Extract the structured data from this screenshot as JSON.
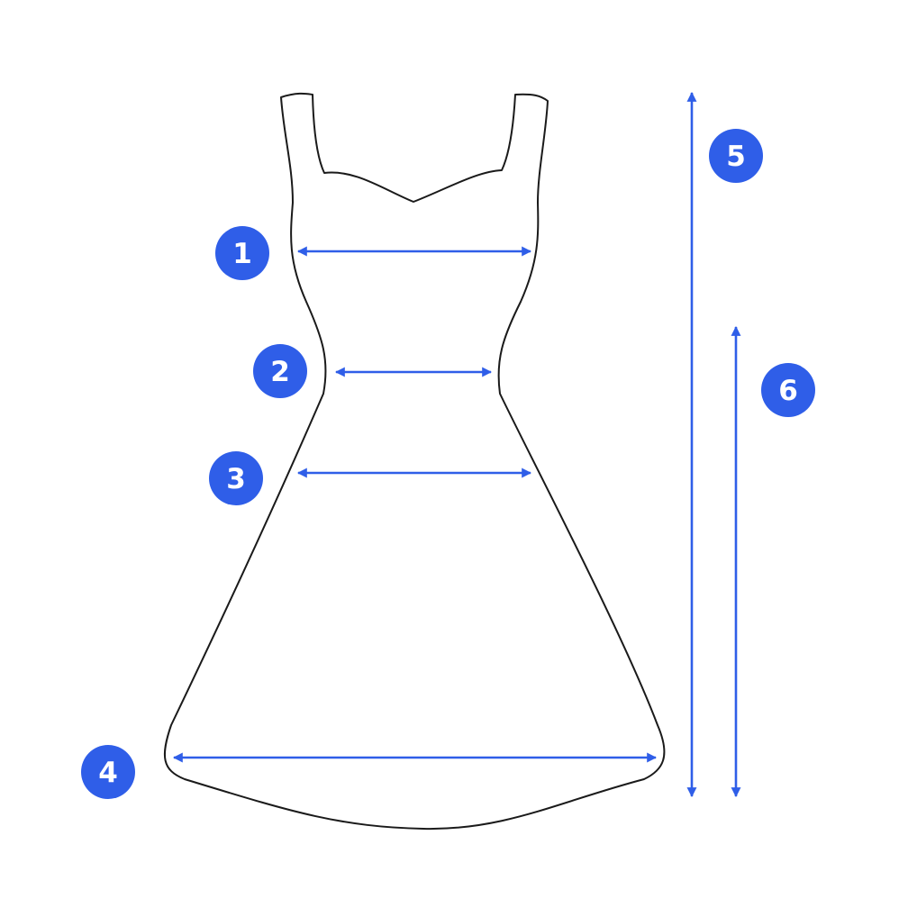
{
  "colors": {
    "accent": "#2f5ee8",
    "outline": "#1a1a1a",
    "background": "#ffffff"
  },
  "markers": [
    {
      "id": "1",
      "label": "1"
    },
    {
      "id": "2",
      "label": "2"
    },
    {
      "id": "3",
      "label": "3"
    },
    {
      "id": "4",
      "label": "4"
    },
    {
      "id": "5",
      "label": "5"
    },
    {
      "id": "6",
      "label": "6"
    }
  ]
}
